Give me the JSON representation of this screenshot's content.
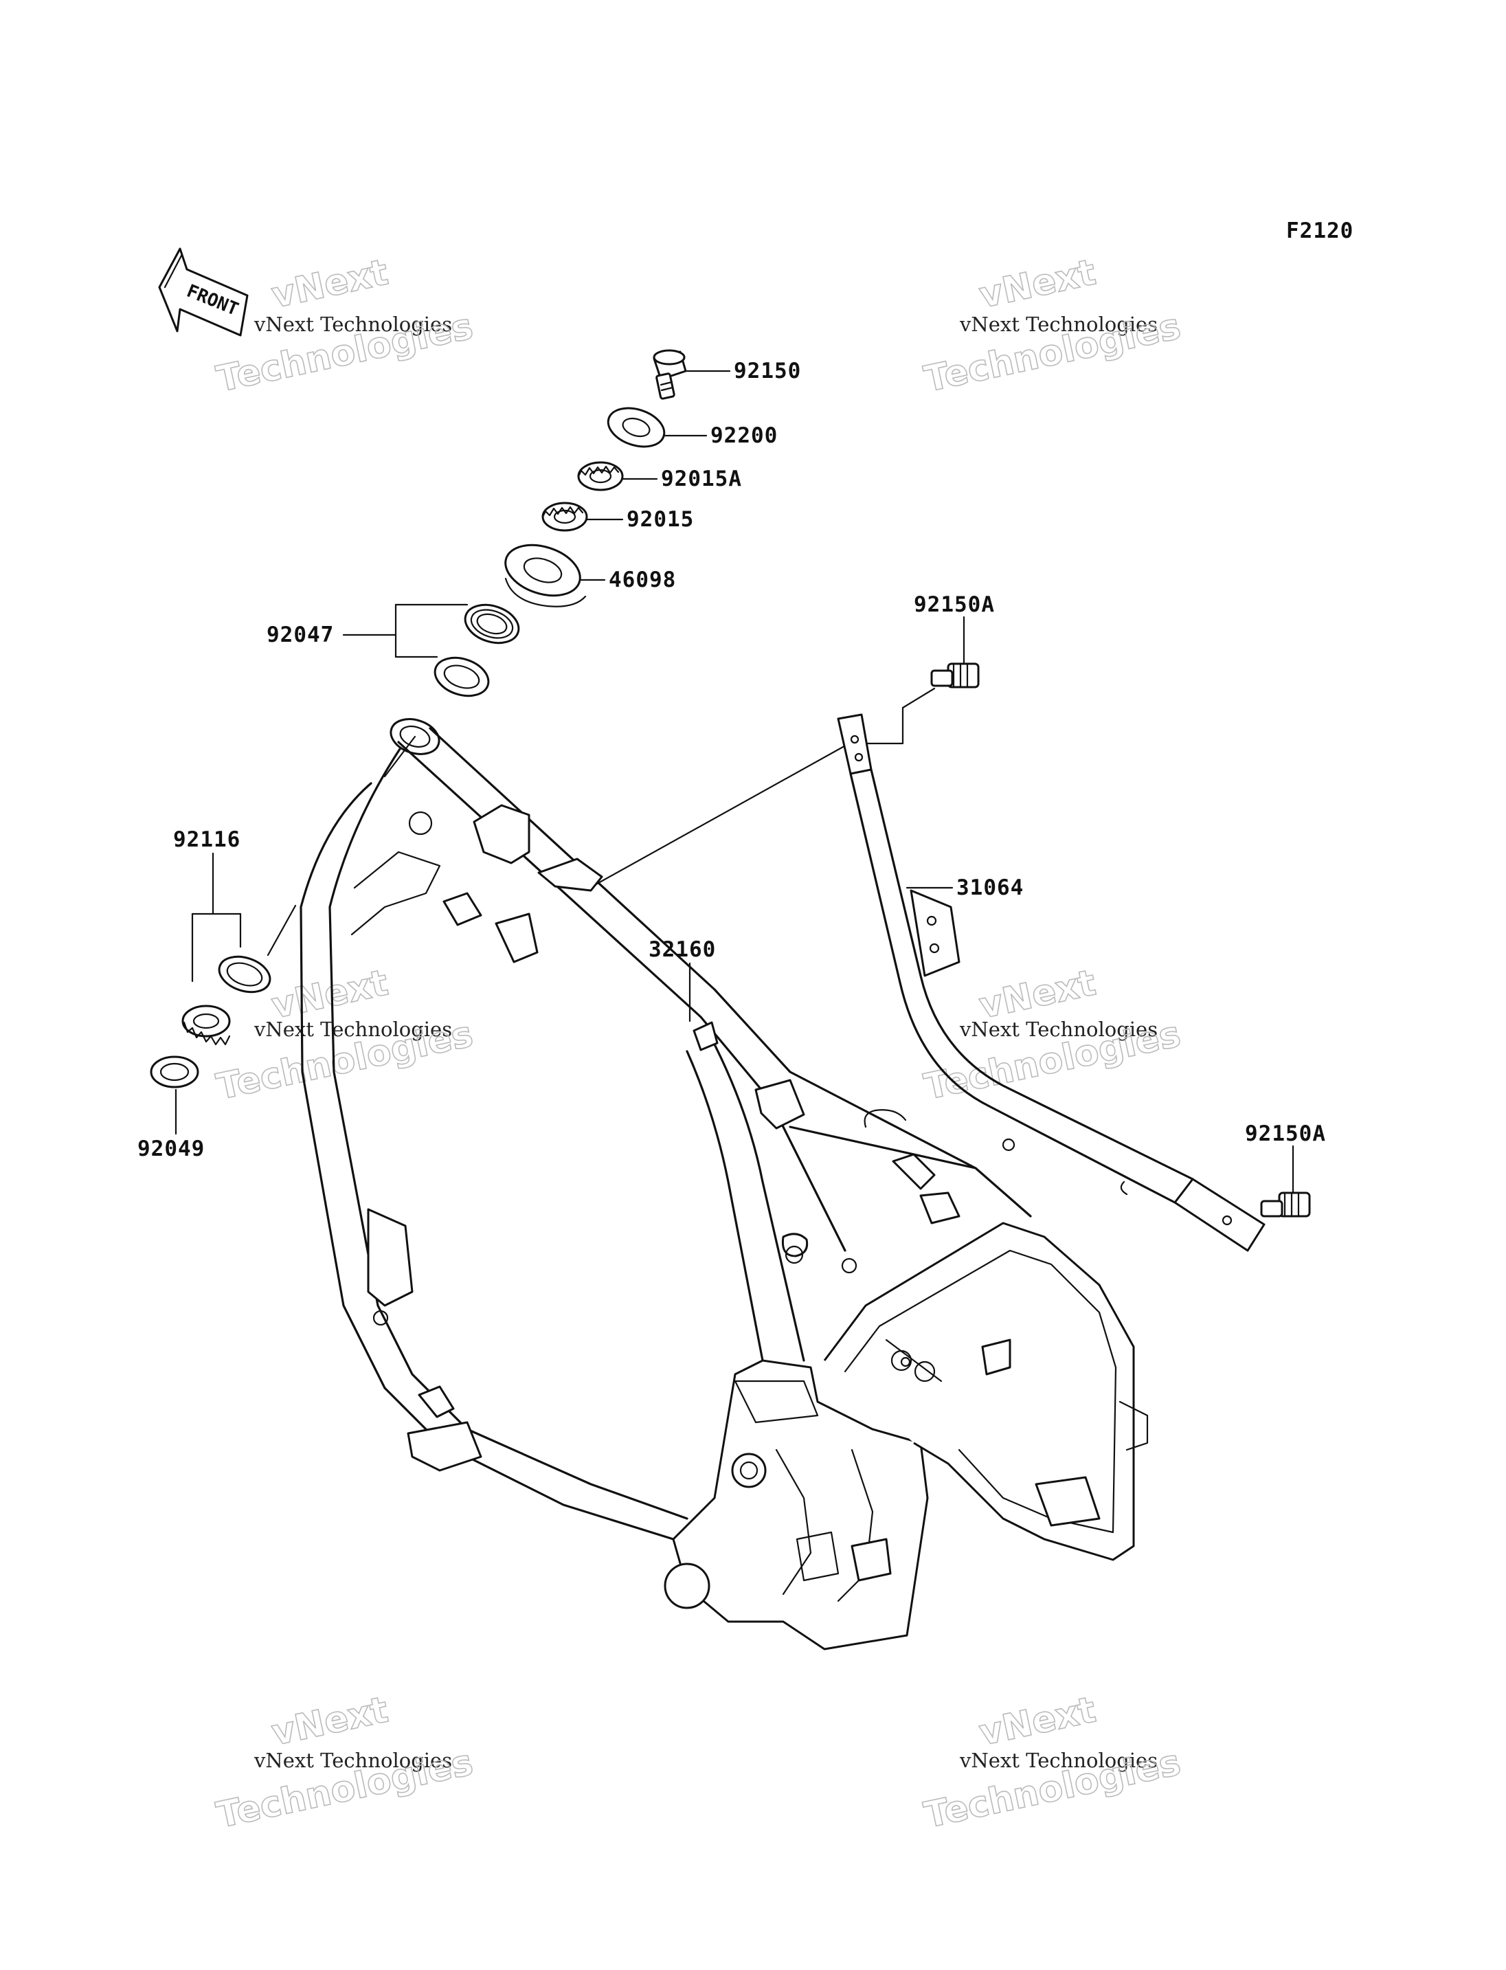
{
  "diagram_code": "F2120",
  "front_arrow_label": "FRONT",
  "watermark": {
    "line1": "vNext",
    "line2": "vNext Technologies",
    "line3": "Technologies"
  },
  "parts": [
    {
      "id": "p92150",
      "number": "92150"
    },
    {
      "id": "p92200",
      "number": "92200"
    },
    {
      "id": "p92015A",
      "number": "92015A"
    },
    {
      "id": "p92015",
      "number": "92015"
    },
    {
      "id": "p46098",
      "number": "46098"
    },
    {
      "id": "p92047",
      "number": "92047"
    },
    {
      "id": "p92150A_top",
      "number": "92150A"
    },
    {
      "id": "p31064",
      "number": "31064"
    },
    {
      "id": "p32160",
      "number": "32160"
    },
    {
      "id": "p92116",
      "number": "92116"
    },
    {
      "id": "p92049",
      "number": "92049"
    },
    {
      "id": "p92150A_bottom",
      "number": "92150A"
    }
  ]
}
